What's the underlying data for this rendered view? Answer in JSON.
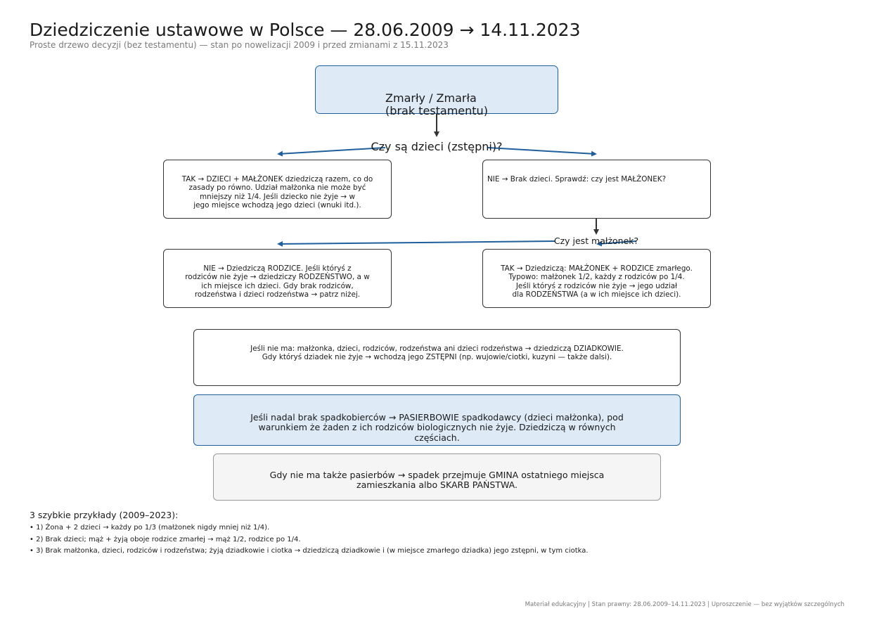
{
  "title": "Dziedziczenie ustawowe w Polsce — 28.06.2009 → 14.11.2023",
  "subtitle": "Proste drzewo decyzji (bez testamentu) — stan po nowelizacji 2009 i przed zmianami z 15.11.2023",
  "root": "Zmarły / Zmarła\n(brak testamentu)",
  "question_children": "Czy są dzieci (zstępni)?",
  "box_children_yes": "TAK → DZIECI + MAŁŻONEK dziedziczą razem, co do\nzasady po równo. Udział małżonka nie może być\nmniejszy niż 1/4. Jeśli dziecko nie żyje → w\njego miejsce wchodzą jego dzieci (wnuki itd.).",
  "box_children_no": "NIE → Brak dzieci. Sprawdź: czy jest MAŁŻONEK?",
  "question_spouse": "Czy jest małżonek?",
  "box_spouse_no": "NIE → Dziedziczą RODZICE. Jeśli któryś z\nrodziców nie żyje → dziedziczy RODZEŃSTWO, a w\nich miejsce ich dzieci. Gdy brak rodziców,\nrodzeństwa i dzieci rodzeństwa → patrz niżej.",
  "box_spouse_yes": "TAK → Dziedziczą: MAŁŻONEK + RODZICE zmarłego.\nTypowo: małżonek 1/2, każdy z rodziców po 1/4.\nJeśli któryś z rodziców nie żyje → jego udział\ndla RODZEŃSTWA (a w ich miejsce ich dzieci).",
  "box_grandparents": "Jeśli nie ma: małżonka, dzieci, rodziców, rodzeństwa ani dzieci rodzeństwa → dziedziczą DZIADKOWIE.\nGdy któryś dziadek nie żyje → wchodzą jego ZSTĘPNI (np. wujowie/ciotki, kuzyni — także dalsi).",
  "box_stepchildren": "Jeśli nadal brak spadkobierców → PASIERBOWIE spadkodawcy (dzieci małżonka), pod\nwarunkiem że żaden z ich rodziców biologicznych nie żyje. Dziedziczą w równych\nczęściach.",
  "box_state": "Gdy nie ma także pasierbów → spadek przejmuje GMINA ostatniego miejsca\nzamieszkania albo SKARB PAŃSTWA.",
  "examples": {
    "title": "3 szybkie przykłady (2009–2023):",
    "items": [
      "• 1) Żona + 2 dzieci → każdy po 1/3 (małżonek nigdy mniej niż 1/4).",
      "• 2) Brak dzieci; mąż + żyją oboje rodzice zmarłej → mąż 1/2, rodzice po 1/4.",
      "• 3) Brak małżonka, dzieci, rodziców i rodzeństwa; żyją dziadkowie i ciotka → dziedziczą dziadkowie i (w miejsce zmarłego dziadka) jego zstępni, w tym ciotka."
    ]
  },
  "footer": "Materiał edukacyjny | Stan prawny: 28.06.2009–14.11.2023 | Uproszczenie — bez wyjątków szczególnych",
  "colors": {
    "accent": "#1f5f9c",
    "root_fill": "#deebf7",
    "grey_fill": "#f5f5f5",
    "connector": "#333333"
  }
}
